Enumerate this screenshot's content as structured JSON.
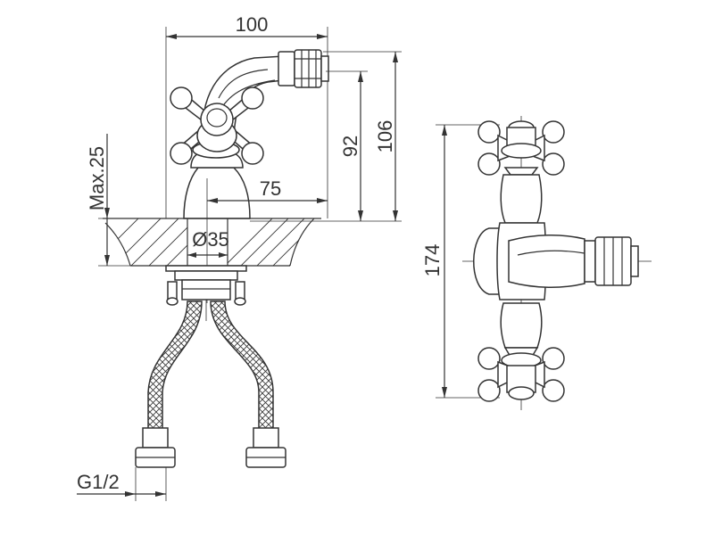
{
  "dimensions": {
    "width_total": "100",
    "height_spout": "92",
    "height_total": "106",
    "reach": "75",
    "max_thickness": "Max.25",
    "hole_diameter": "Ø35",
    "connection": "G1/2",
    "side_height": "174"
  },
  "colors": {
    "line": "#333333",
    "background": "#ffffff"
  }
}
